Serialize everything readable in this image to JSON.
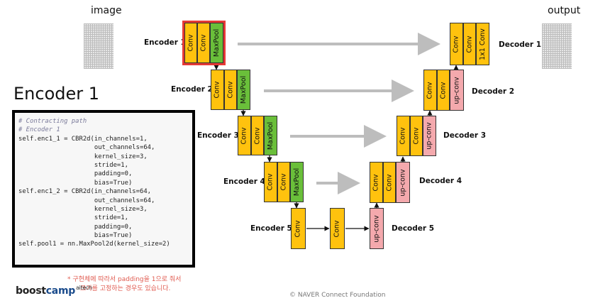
{
  "header": {
    "image_label": "image",
    "output_label": "output"
  },
  "section_title": "Encoder 1",
  "colors": {
    "conv": "#ffc20e",
    "maxpool": "#6abf3a",
    "upconv": "#f4a9ad",
    "highlight": "#e53935",
    "skip_arrow": "#bdbdbd"
  },
  "layer_labels": {
    "conv": "Conv",
    "maxpool": "MaxPool",
    "upconv": "up-conv",
    "conv1x1": "1x1 Conv"
  },
  "stages": {
    "enc1": "Encoder 1",
    "enc2": "Encoder 2",
    "enc3": "Encoder 3",
    "enc4": "Encoder 4",
    "enc5": "Encoder 5",
    "dec1": "Decoder 1",
    "dec2": "Decoder 2",
    "dec3": "Decoder 3",
    "dec4": "Decoder 4",
    "dec5": "Decoder 5"
  },
  "code": [
    "# Contracting path",
    "# Encoder 1",
    "self.enc1_1 = CBR2d(in_channels=1,",
    "                    out_channels=64,",
    "                    kernel_size=3,",
    "                    stride=1,",
    "                    padding=0,",
    "                    bias=True)",
    "self.enc1_2 = CBR2d(in_channels=64,",
    "                    out_channels=64,",
    "                    kernel_size=3,",
    "                    stride=1,",
    "                    padding=0,",
    "                    bias=True)",
    "self.pool1 = nn.MaxPool2d(kernel_size=2)"
  ],
  "note": {
    "line1": "* 구현체에 따라서 padding을 1으로 줘서",
    "line2": "크기를 고정하는 경우도 있습니다."
  },
  "logo": {
    "boost": "boost",
    "camp": "camp",
    "aitech": "aitech"
  },
  "copyright": "© NAVER Connect Foundation"
}
